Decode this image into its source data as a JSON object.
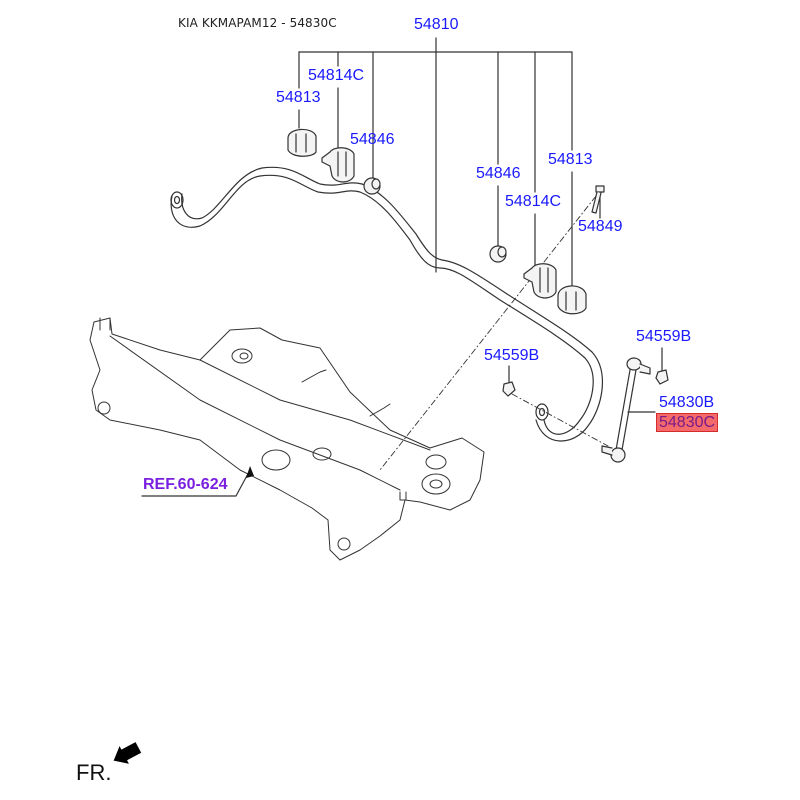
{
  "header": {
    "title": "KIA KKMAPAM12 - 54830C"
  },
  "callouts": {
    "p54810": "54810",
    "p54814c_left": "54814C",
    "p54813_left": "54813",
    "p54846_left": "54846",
    "p54846_right": "54846",
    "p54813_right": "54813",
    "p54814c_right": "54814C",
    "p54849": "54849",
    "p54559b_right": "54559B",
    "p54559b_left": "54559B",
    "p54830b": "54830B",
    "p54830c": "54830C"
  },
  "reference": {
    "label": "REF.60-624"
  },
  "orientation": {
    "label": "FR."
  },
  "colors": {
    "callout": "#1a1aff",
    "highlight_bg": "#f46a6a",
    "highlight_text": "#7a1a8a",
    "reference": "#7a1fe0",
    "line": "#333333"
  }
}
